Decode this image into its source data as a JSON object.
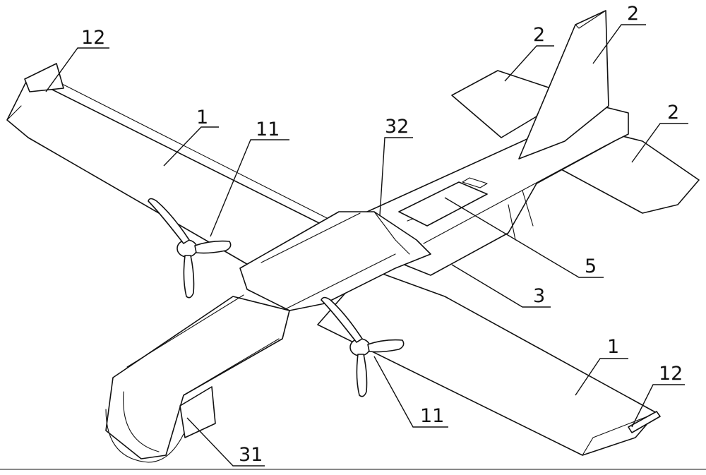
{
  "labels": {
    "wing_left": "1",
    "wing_right": "1",
    "tail_vertical": "2",
    "tail_left": "2",
    "tail_right": "2",
    "fuselage": "3",
    "hatch": "5",
    "winglet_left": "12",
    "winglet_right": "12",
    "rotor_left": "11",
    "rotor_right": "11",
    "fuselage_joint": "32",
    "nose_panel": "31"
  }
}
